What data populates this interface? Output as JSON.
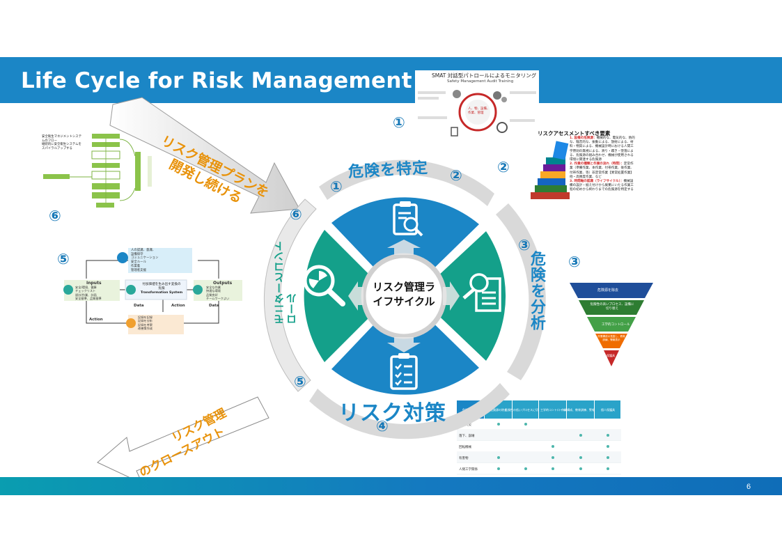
{
  "slide": {
    "title": "Life Cycle for Risk Management",
    "page_number": "6"
  },
  "cycle": {
    "center_label_line1": "リスク管理ラ",
    "center_label_line2": "イフサイクル",
    "stages": [
      {
        "number": "①",
        "label": "危険を特定",
        "number_after": "②"
      },
      {
        "number": "③",
        "label": "危険を分析"
      },
      {
        "number": "④",
        "label": "リスク対策"
      },
      {
        "number": "⑤",
        "label": ""
      },
      {
        "number": "⑥",
        "label": "モニターとコントロール"
      }
    ]
  },
  "arrows": {
    "develop_plan_line1": "リスク管理プランを",
    "develop_plan_line2": "開発し続ける",
    "closeout_line1": "リスク管理",
    "closeout_line2": "のクロースアウト"
  },
  "side_markers": {
    "m1": "①",
    "m2": "②",
    "m3": "③",
    "m5": "⑤",
    "m6": "⑥"
  },
  "thumb1": {
    "title": "SMAT 対話型パトロールによるモニタリング",
    "subtitle": "Safety Management Audit Training"
  },
  "thumb2": {
    "title": "リスクアセスメントすべき要素",
    "item1_head": "1. 設備の危険源：",
    "item1_body": "機械的な、電気的な、熱的な、騒音的な、振動による、放射による、材料・物質による、機械設計時における人間工学原則の無視による、滑り・躓き・墜落による、危険源の組み合わせ、機械が使用される環境に関連する危険源",
    "item2_head": "2. 作業の種類と作業の流れ（時間）：",
    "item2_body": "定常作業（準備作業、本作業、付帯作業、後作業、付帯作業、等）非定常作業【異常処置作業】他・高頻度作業、など",
    "item3_head": "3. 時間軸の認識（ライフサイクル）：",
    "item3_body": "機械設備の設計・据え付けから廃棄にいたる作業工程の初めから終わりまでの危険源を特定する"
  },
  "thumb3": {
    "levels": [
      "危険源を除去",
      "危険性の高いプロセス、設備に切り替え",
      "工学的コントロール",
      "作業構成の見直し、教育訓練、警報表示",
      "保護具"
    ]
  },
  "thumb4": {
    "headers": [
      "危険源の種類",
      "危険源の除去",
      "危険性の低いプロセスに切り替え",
      "工学的コントロール",
      "作業構成、教育訓練、警報表示",
      "個人保護具"
    ],
    "rows": [
      {
        "name": "爆発火災",
        "marks": [
          1,
          1,
          0,
          0,
          0
        ]
      },
      {
        "name": "落下、崩壊",
        "marks": [
          0,
          0,
          0,
          1,
          1
        ]
      },
      {
        "name": "回転機械",
        "marks": [
          0,
          0,
          1,
          0,
          1
        ]
      },
      {
        "name": "有害物",
        "marks": [
          1,
          0,
          1,
          1,
          1
        ]
      },
      {
        "name": "人間工学関係",
        "marks": [
          1,
          1,
          1,
          1,
          1
        ]
      }
    ]
  },
  "thumb5": {
    "inputs_title": "Inputs",
    "inputs_items": [
      "安全/環境、健康",
      "チェックリスト",
      "設計/作業、計画",
      "安全基準、品質基準"
    ],
    "system_title_line1": "付加価値を生み出す変換の",
    "system_title_line2": "危険",
    "system_title_line3": "Transformation System",
    "outputs_title": "Outputs",
    "outputs_items": [
      "安全な作業",
      "快適な環境",
      "品質良好",
      "チームワークよい"
    ],
    "top_items": [
      "人の認識、意識、",
      "設備保守",
      "コミュニケーション",
      "安全ルール",
      "作業着",
      "管理者支援"
    ],
    "bottom_items": [
      "記録を記録",
      "記録を分析",
      "記録を考察",
      "改善策作成"
    ],
    "data_label": "Data",
    "action_label": "Action"
  },
  "thumb6": {
    "title_line1": "安全衛生マネジメントシステムのフロー",
    "title_line2": "継続的に安全衛生システムを",
    "title_line3": "スパイラルアップする"
  },
  "colors": {
    "blue": "#1b86c6",
    "teal": "#15a08a",
    "gray_ring": "#d6d6d6",
    "orange": "#e8920a"
  }
}
